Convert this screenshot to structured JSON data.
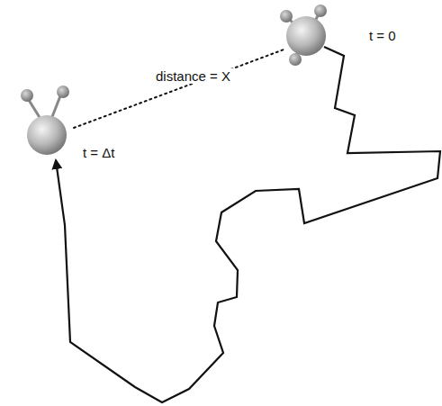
{
  "diagram": {
    "labels": [
      "distance = X",
      "t = 0",
      "t = Δt"
    ]
  }
}
